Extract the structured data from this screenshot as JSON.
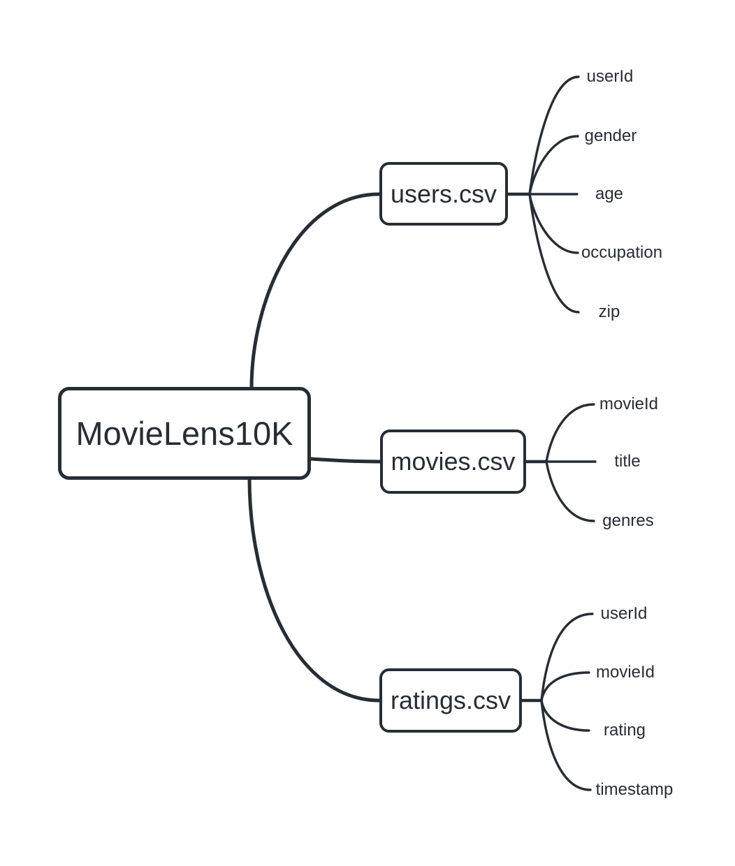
{
  "diagram": {
    "type": "mindmap",
    "root": {
      "label": "MovieLens10K"
    },
    "branches": [
      {
        "label": "users.csv",
        "children": [
          "userId",
          "gender",
          "age",
          "occupation",
          "zip"
        ]
      },
      {
        "label": "movies.csv",
        "children": [
          "movieId",
          "title",
          "genres"
        ]
      },
      {
        "label": "ratings.csv",
        "children": [
          "userId",
          "movieId",
          "rating",
          "timestamp"
        ]
      }
    ],
    "colors": {
      "ink": "#272d33",
      "background": "#ffffff"
    }
  }
}
